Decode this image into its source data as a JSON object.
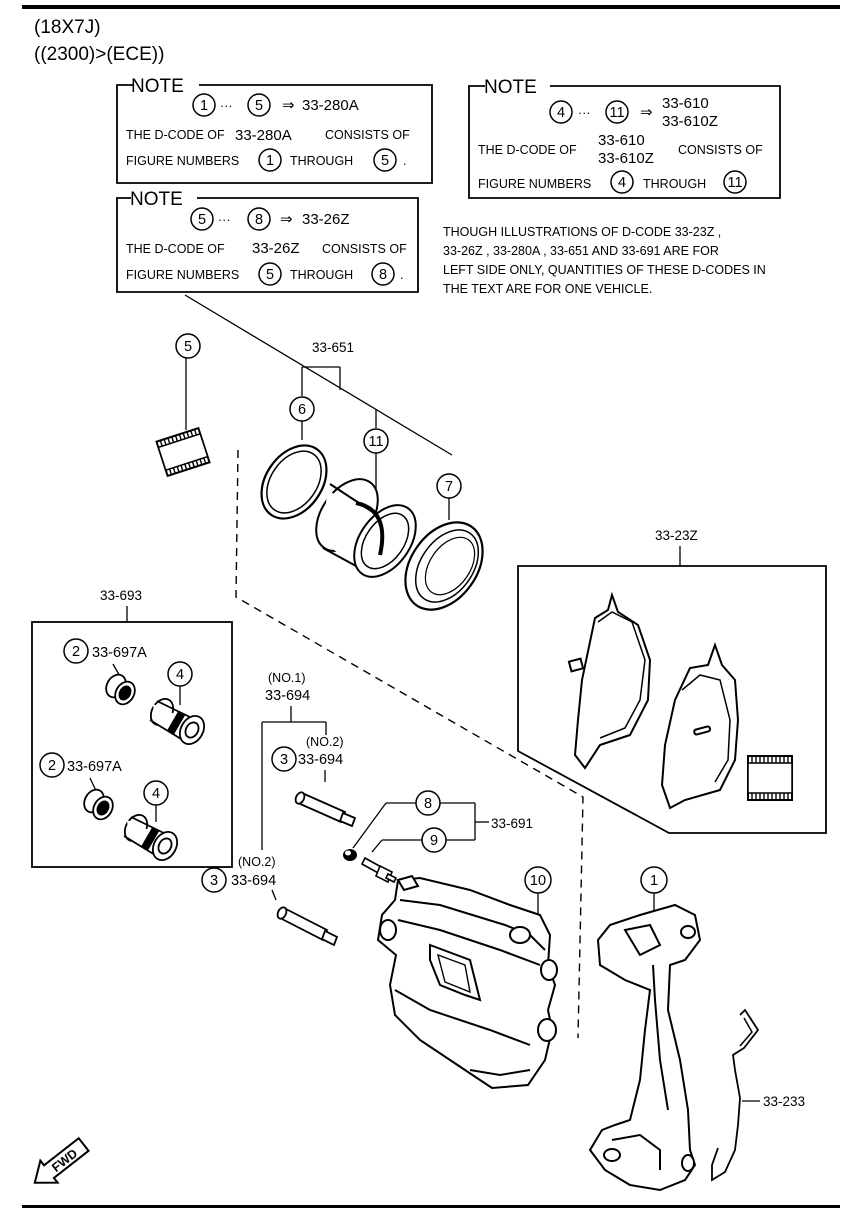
{
  "header": {
    "line1": "(18X7J)",
    "line2": "((2300)>(ECE))"
  },
  "notes": [
    {
      "title": "NOTE",
      "range_from": "1",
      "range_to": "5",
      "range_code": "33-280A",
      "line2_prefix": "THE D-CODE OF",
      "line2_code": "33-280A",
      "line2_suffix": "CONSISTS OF",
      "line3_prefix": "FIGURE NUMBERS",
      "line3_from": "1",
      "line3_through": "THROUGH",
      "line3_to": "5"
    },
    {
      "title": "NOTE",
      "range_from": "4",
      "range_to": "11",
      "range_code_1": "33-610",
      "range_code_2": "33-610Z",
      "line2_prefix": "THE D-CODE OF",
      "line2_code_1": "33-610",
      "line2_code_2": "33-610Z",
      "line2_suffix": "CONSISTS OF",
      "line3_prefix": "FIGURE NUMBERS",
      "line3_from": "4",
      "line3_through": "THROUGH",
      "line3_to": "11"
    },
    {
      "title": "NOTE",
      "range_from": "5",
      "range_to": "8",
      "range_code": "33-26Z",
      "line2_prefix": "THE D-CODE OF",
      "line2_code": "33-26Z",
      "line2_suffix": "CONSISTS OF",
      "line3_prefix": "FIGURE NUMBERS",
      "line3_from": "5",
      "line3_through": "THROUGH",
      "line3_to": "8"
    }
  ],
  "disclaimer": [
    "THOUGH ILLUSTRATIONS OF D-CODE 33-23Z ,",
    "33-26Z , 33-280A , 33-651 AND 33-691 ARE FOR",
    "LEFT SIDE ONLY, QUANTITIES OF THESE D-CODES IN",
    "THE TEXT ARE FOR ONE VEHICLE."
  ],
  "callouts": {
    "c5": "5",
    "c6": "6",
    "c11": "11",
    "c7": "7",
    "c2a": "2",
    "c4a": "4",
    "c2b": "2",
    "c4b": "4",
    "c3a": "3",
    "c3b": "3",
    "c8": "8",
    "c9": "9",
    "c10": "10",
    "c1": "1"
  },
  "labels": {
    "seal_kit": "33-651",
    "pad_set": "33-23Z",
    "sleeve_kit": "33-693",
    "bushing_a": "33-697A",
    "bushing_b": "33-697A",
    "pin_no1_tag": "(NO.1)",
    "pin_no1_code": "33-694",
    "pin_no2_tag_a": "(NO.2)",
    "pin_no2_code_a": "33-694",
    "pin_no2_tag_b": "(NO.2)",
    "pin_no2_code_b": "33-694",
    "bleeder_kit": "33-691",
    "spring": "33-233",
    "fwd": "FWD"
  }
}
